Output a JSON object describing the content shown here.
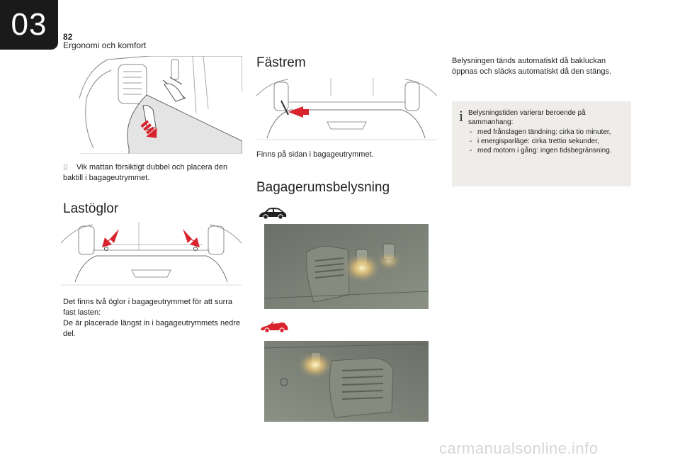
{
  "header": {
    "chapter": "03",
    "page_number": "82",
    "section": "Ergonomi och komfort"
  },
  "left_col": {
    "fold_instruction_bullet": "",
    "fold_instruction": "Vik mattan försiktigt dubbel och placera den baktill i bagageutrymmet.",
    "lastoglor_heading": "Lastöglor",
    "lastoglor_text_1": "Det finns två öglor i bagageutrymmet för att surra fast lasten:",
    "lastoglor_text_2": "De är placerade längst in i bagageutrymmets nedre del."
  },
  "middle_col": {
    "fastrem_heading": "Fästrem",
    "fastrem_text": "Finns på sidan i bagageutrymmet.",
    "lighting_heading": "Bagagerumsbelysning"
  },
  "right_col": {
    "lighting_text": "Belysningen tänds automatiskt då bakluckan öppnas och släcks automatiskt då den stängs.",
    "info_icon": "i",
    "info_intro": "Belysningstiden varierar beroende på sammanhang:",
    "info_items": [
      "med frånslagen tändning: cirka tio minuter,",
      "i energisparläge: cirka trettio sekunder,",
      "med motorn i gång: ingen tidsbegränsning."
    ]
  },
  "watermark": "carmanualsonline.info",
  "colors": {
    "chapter_tab": "#1a1a1a",
    "arrow_red": "#d9242e",
    "info_box": "#efedea",
    "photo_bg": "#7d8277"
  },
  "icons": [
    "hatchback-car-icon",
    "convertible-car-icon",
    "info-icon",
    "bullet-arrow-icon"
  ]
}
